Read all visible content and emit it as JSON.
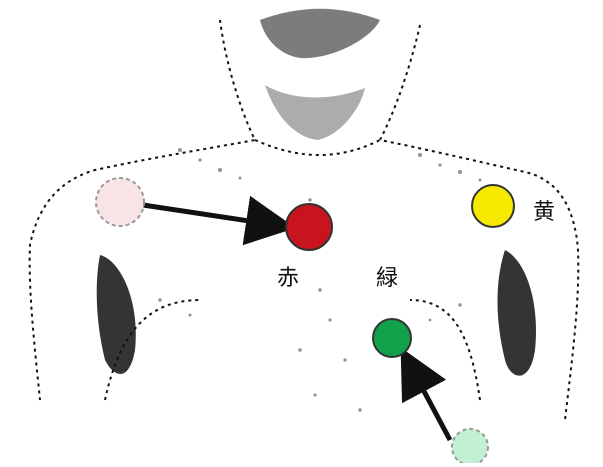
{
  "labels": {
    "red": "赤",
    "green": "緑",
    "yellow": "黄"
  },
  "electrodes": {
    "red": {
      "color": "#c8141e",
      "name": "red-electrode"
    },
    "green": {
      "color": "#12a04a",
      "name": "green-electrode"
    },
    "yellow": {
      "color": "#f7ea00",
      "name": "yellow-electrode"
    },
    "red_original": {
      "color": "#f8e4e6",
      "name": "red-original-position"
    },
    "green_original": {
      "color": "#c2f0d2",
      "name": "green-original-position"
    }
  },
  "colors": {
    "ink": "#111111",
    "background": "#ffffff"
  }
}
